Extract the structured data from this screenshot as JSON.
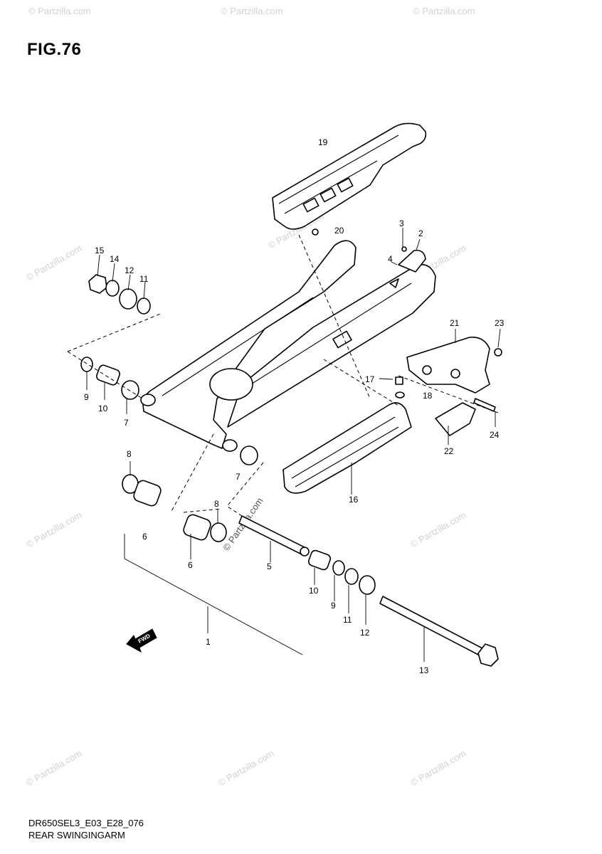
{
  "figure": {
    "title": "FIG.76",
    "code": "DR650SEL3_E03_E28_076",
    "name": "REAR SWINGINGARM",
    "fwd_label": "FWD",
    "watermark": "© Partzilla.com"
  },
  "callouts": {
    "c1": "1",
    "c2": "2",
    "c3": "3",
    "c4": "4",
    "c5": "5",
    "c6a": "6",
    "c6b": "6",
    "c7a": "7",
    "c7b": "7",
    "c8a": "8",
    "c8b": "8",
    "c9a": "9",
    "c9b": "9",
    "c10a": "10",
    "c10b": "10",
    "c11a": "11",
    "c11b": "11",
    "c12a": "12",
    "c12b": "12",
    "c13": "13",
    "c14": "14",
    "c15": "15",
    "c16": "16",
    "c17": "17",
    "c18": "18",
    "c19": "19",
    "c20": "20",
    "c21": "21",
    "c22": "22",
    "c23": "23",
    "c24": "24"
  }
}
